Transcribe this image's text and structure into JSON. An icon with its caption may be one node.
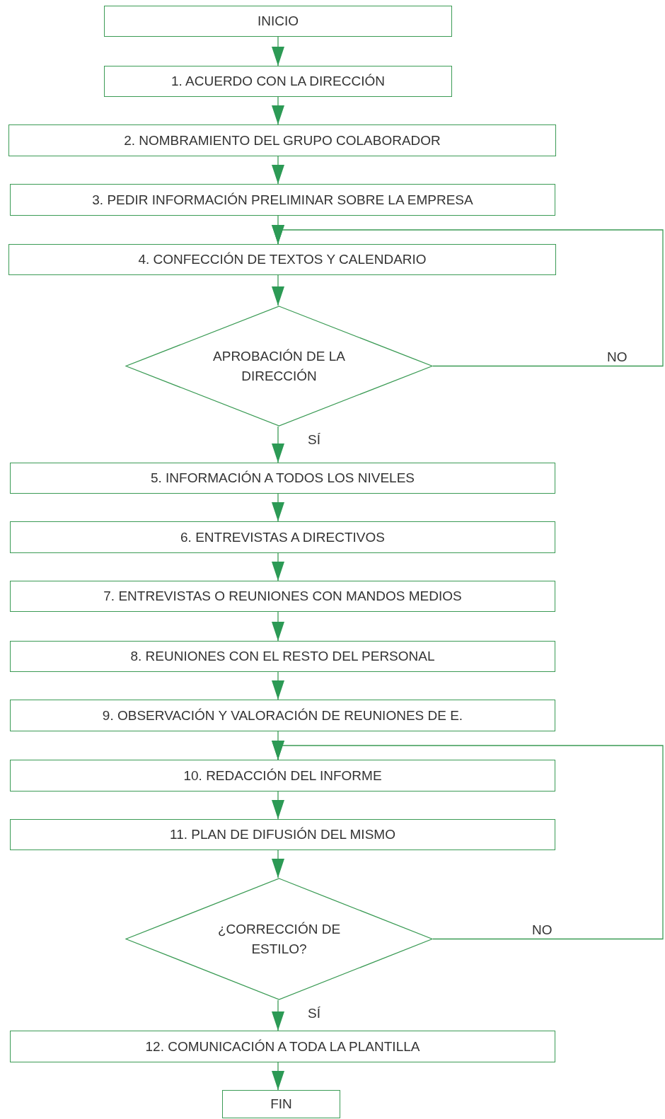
{
  "diagram": {
    "nodes": [
      {
        "text": [
          "INICIO"
        ]
      },
      {
        "text": [
          "1. ACUERDO CON LA DIRECCIÓN"
        ]
      },
      {
        "text": [
          "2. NOMBRAMIENTO DEL GRUPO COLABORADOR"
        ]
      },
      {
        "text": [
          "3. PEDIR INFORMACIÓN PRELIMINAR SOBRE LA EMPRESA"
        ]
      },
      {
        "text": [
          "4. CONFECCIÓN DE TEXTOS Y CALENDARIO"
        ]
      },
      {
        "text": [
          "APROBACIÓN DE LA DIRECCIÓN"
        ]
      },
      {
        "text": [
          "5. INFORMACIÓN A TODOS LOS NIVELES"
        ]
      },
      {
        "text": [
          "6. ENTREVISTAS A DIRECTIVOS"
        ]
      },
      {
        "text": [
          "7. ENTREVISTAS O REUNIONES CON MANDOS MEDIOS"
        ]
      },
      {
        "text": [
          "8. REUNIONES CON EL RESTO DEL PERSONAL"
        ]
      },
      {
        "text": [
          "9. OBSERVACIÓN Y VALORACIÓN DE REUNIONES DE E."
        ]
      },
      {
        "text": [
          "10. REDACCIÓN DEL INFORME"
        ]
      },
      {
        "text": [
          "11. PLAN DE DIFUSIÓN DEL MISMO"
        ]
      },
      {
        "text": [
          "¿CORRECCIÓN DE ESTILO?"
        ]
      },
      {
        "text": [
          "12. COMUNICACIÓN A TODA LA PLANTILLA"
        ]
      },
      {
        "text": [
          "FIN"
        ]
      }
    ],
    "edges": [
      {
        "from": 0,
        "to": 1,
        "arrow": "to"
      },
      {
        "from": 1,
        "to": 2,
        "arrow": "to"
      },
      {
        "from": 2,
        "to": 3,
        "arrow": "to"
      },
      {
        "from": 3,
        "to": 4,
        "arrow": "to"
      },
      {
        "from": 4,
        "to": 5,
        "arrow": "to"
      },
      {
        "from": 5,
        "to": 6,
        "arrow": "to",
        "label": "SÍ"
      },
      {
        "from": 6,
        "to": 7,
        "arrow": "to"
      },
      {
        "from": 7,
        "to": 8,
        "arrow": "to"
      },
      {
        "from": 8,
        "to": 9,
        "arrow": "to"
      },
      {
        "from": 9,
        "to": 10,
        "arrow": "to"
      },
      {
        "from": 10,
        "to": 11,
        "arrow": "to"
      },
      {
        "from": 11,
        "to": 12,
        "arrow": "to"
      },
      {
        "from": 12,
        "to": 13,
        "arrow": "to"
      },
      {
        "from": 13,
        "to": 14,
        "arrow": "to",
        "label": "SÍ"
      },
      {
        "from": 14,
        "to": 15,
        "arrow": "to"
      },
      {
        "from": 5,
        "to": 4,
        "arrow": "to",
        "label": "NO"
      },
      {
        "from": 13,
        "to": 11,
        "arrow": "to",
        "label": "NO"
      }
    ]
  }
}
